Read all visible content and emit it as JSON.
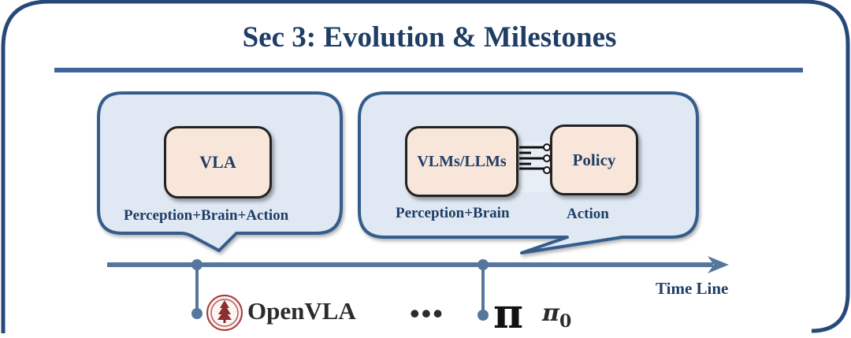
{
  "title": "Sec 3: Evolution & Milestones",
  "colors": {
    "frame": "#27497a",
    "accent_line": "#3e6597",
    "bubble_fill": "#dfe8f3",
    "bubble_stroke": "#355d8c",
    "box_fill": "#f9e6da",
    "box_stroke": "#222222",
    "text": "#1f3e66",
    "timeline": "#56779c",
    "logo_red": "#a33a3a"
  },
  "stage1": {
    "box_label": "VLA",
    "caption": "Perception+Brain+Action"
  },
  "stage2": {
    "left_box_label": "VLMs/LLMs",
    "right_box_label": "Policy",
    "left_caption": "Perception+Brain",
    "right_caption": "Action",
    "connector_icon": "plug-connector-icon"
  },
  "timeline": {
    "label": "Time Line",
    "milestones": [
      {
        "label": "OpenVLA",
        "icon": "stanford-seal-icon"
      },
      {
        "label": "•••"
      },
      {
        "label": "π",
        "icon": "physical-intelligence-logo-icon",
        "sub_label": "π",
        "subscript": "0"
      }
    ]
  }
}
